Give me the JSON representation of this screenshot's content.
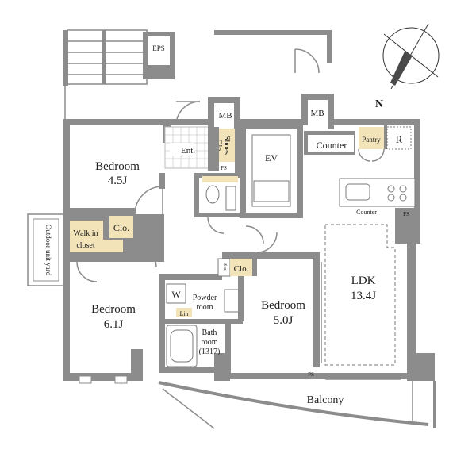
{
  "compass": {
    "label": "N"
  },
  "rooms": {
    "eps": "EPS",
    "mb1": "MB",
    "mb2": "MB",
    "entrance": "Ent.",
    "shoes_line1": "Shoes",
    "shoes_line2": "Clo",
    "ps_top": "PS",
    "ev": "EV",
    "counter": "Counter",
    "pantry": "Pantry",
    "refrigerator": "R",
    "kitchen_counter": "Counter",
    "ps_kitchen": "PS",
    "bedroom1_name": "Bedroom",
    "bedroom1_size": "4.5J",
    "closet1": "Clo.",
    "walkin_line1": "Walk in",
    "walkin_line2": "closet",
    "outdoor_unit": "Outdoor unit yard",
    "bedroom2_name": "Bedroom",
    "bedroom2_size": "6.1J",
    "washer": "W",
    "powder_line1": "Powder",
    "powder_line2": "room",
    "linen": "Lin",
    "bath_line1": "Bath",
    "bath_line2": "room",
    "bath_line3": "(1317)",
    "sto": "Sto.",
    "closet3": "Clo.",
    "bedroom3_name": "Bedroom",
    "bedroom3_size": "5.0J",
    "ldk_name": "LDK",
    "ldk_size": "13.4J",
    "ps_bottom": "PS",
    "balcony": "Balcony"
  }
}
